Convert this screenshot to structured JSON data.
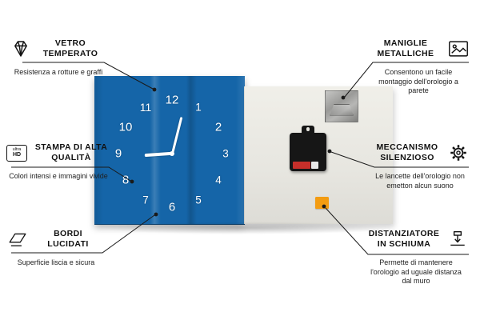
{
  "callouts": {
    "left": [
      {
        "icon": "diamond-icon",
        "title": "VETRO TEMPERATO",
        "desc": "Resistenza a rotture e graffi"
      },
      {
        "icon": "ultra-hd-icon",
        "icon_text_top": "ultra",
        "icon_text_bottom": "HD",
        "title": "STAMPA DI ALTA QUALITÀ",
        "desc": "Colori intensi e immagini vivide"
      },
      {
        "icon": "polished-edge-icon",
        "title": "BORDI LUCIDATI",
        "desc": "Superficie liscia e sicura"
      }
    ],
    "right": [
      {
        "icon": "picture-frame-icon",
        "title": "MANIGLIE METALLICHE",
        "desc": "Consentono un facile montaggio dell'orologio a parete"
      },
      {
        "icon": "gear-icon",
        "title": "MECCANISMO SILENZIOSO",
        "desc": "Le lancette dell'orologio non emetton alcun suono"
      },
      {
        "icon": "wall-spacer-icon",
        "title": "DISTANZIATORE IN SCHIUMA",
        "desc": "Permette di mantenere l'orologio ad uguale distanza dal muro"
      }
    ]
  },
  "clock": {
    "numbers": [
      "12",
      "1",
      "2",
      "3",
      "4",
      "5",
      "6",
      "7",
      "8",
      "9",
      "10",
      "11"
    ]
  },
  "colors": {
    "clock_front_blue": "#1767a9",
    "foam_orange": "#f39c12",
    "mechanism_black": "#161616",
    "line_black": "#1a1a1a"
  }
}
